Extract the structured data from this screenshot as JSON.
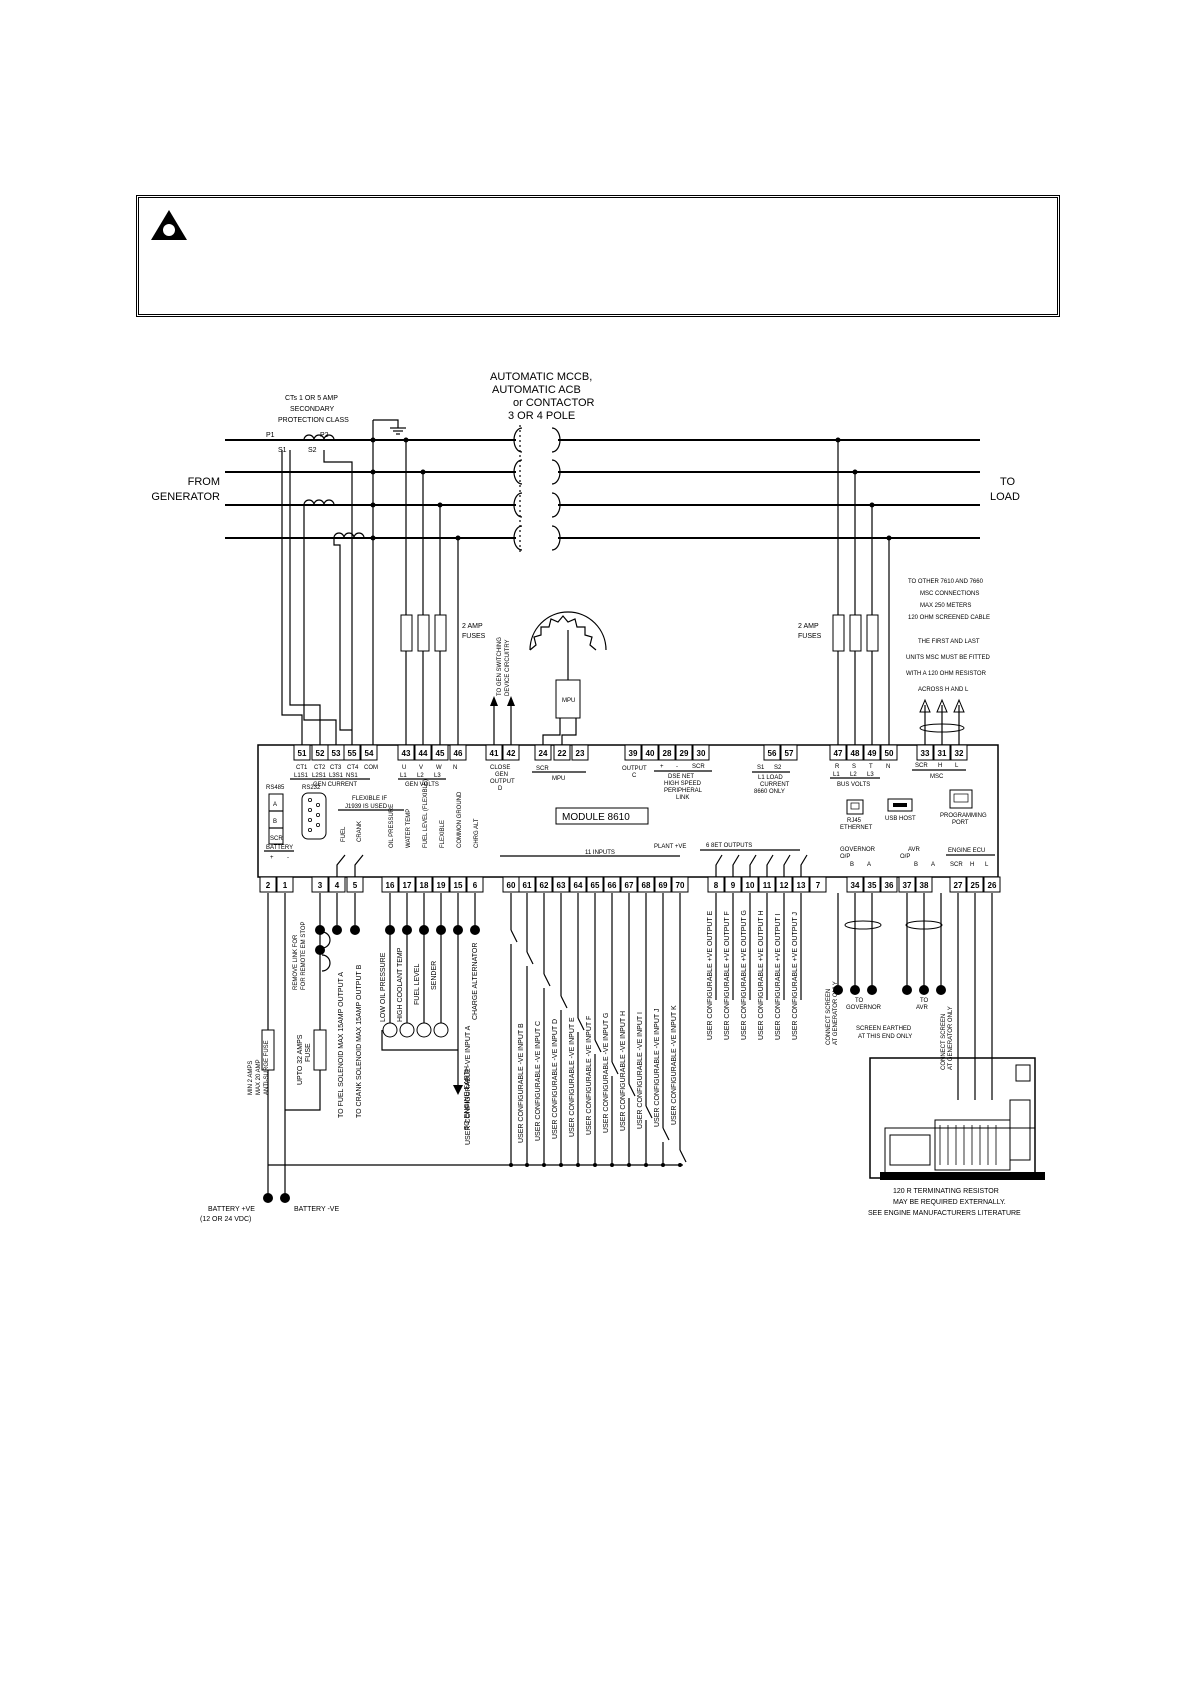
{
  "warning": {
    "icon": "warning-triangle-icon"
  },
  "top": {
    "ct_label": [
      "CTs 1 OR 5 AMP",
      "SECONDARY",
      "PROTECTION CLASS"
    ],
    "ct_pins": [
      "P1",
      "P2",
      "S1",
      "S2"
    ],
    "breaker_label": [
      "AUTOMATIC MCCB,",
      "AUTOMATIC ACB",
      "or CONTACTOR",
      "3 OR 4 POLE"
    ],
    "from_label": [
      "FROM",
      "GENERATOR"
    ],
    "to_label": [
      "TO",
      "LOAD"
    ],
    "fuses_left": [
      "2 AMP",
      "FUSES"
    ],
    "fuses_right": [
      "2 AMP",
      "FUSES"
    ],
    "switching": [
      "TO GEN SWITCHING",
      "DEVICE CIRCUITRY"
    ],
    "mpu": "MPU",
    "msc_note": [
      "TO OTHER 7610 AND 7660",
      "MSC CONNECTIONS",
      "MAX 250 METERS",
      "120 OHM SCREENED CABLE",
      "THE FIRST AND LAST",
      "UNITS MSC MUST BE FITTED",
      "WITH A 120 OHM RESISTOR",
      "ACROSS H AND L"
    ]
  },
  "module": {
    "name": "MODULE 8610",
    "top_terminals": [
      "51",
      "52",
      "53",
      "55",
      "54",
      "43",
      "44",
      "45",
      "46",
      "41",
      "42",
      "24",
      "22",
      "23",
      "39",
      "40",
      "28",
      "29",
      "30",
      "56",
      "57",
      "47",
      "48",
      "49",
      "50",
      "33",
      "31",
      "32"
    ],
    "gen_current_pins": [
      "CT1",
      "CT2",
      "CT3",
      "CT4",
      "COM"
    ],
    "gen_current_sub": [
      "L1S1",
      "L2S1",
      "L3S1",
      "NS1"
    ],
    "gen_current": "GEN CURRENT",
    "gen_volts_pins": [
      "U",
      "V",
      "W",
      "N"
    ],
    "gen_volts_sub": [
      "L1",
      "L2",
      "L3"
    ],
    "gen_volts": "GEN VOLTS",
    "close_gen": [
      "CLOSE",
      "GEN",
      "OUTPUT",
      "D"
    ],
    "mpu_pins": "SCR",
    "mpu_label": "MPU",
    "output_c": [
      "OUTPUT",
      "C"
    ],
    "dsenet": [
      "+",
      "-",
      "SCR",
      "DSE NET",
      "HIGH SPEED",
      "PERIPHERAL",
      "LINK"
    ],
    "l1_load": [
      "S1",
      "S2",
      "L1 LOAD",
      "CURRENT",
      "8660 ONLY"
    ],
    "bus_pins": [
      "R",
      "S",
      "T",
      "N"
    ],
    "bus_sub": [
      "L1",
      "L2",
      "L3"
    ],
    "bus_volts": "BUS VOLTS",
    "msc_pins": [
      "SCR",
      "H",
      "L"
    ],
    "msc": "MSC",
    "rs485": "RS485",
    "rs485_pins": [
      "A",
      "B",
      "SCR"
    ],
    "rs232": "RS232",
    "flexible": [
      "FLEXIBLE IF",
      "J1939 IS USED"
    ],
    "rj45": [
      "RJ45",
      "ETHERNET"
    ],
    "usb_host": "USB HOST",
    "prog_port": [
      "PROGRAMMING",
      "PORT"
    ],
    "battery": "BATTERY",
    "battery_pins": [
      "+",
      "-"
    ],
    "fuel_crank": [
      "FUEL",
      "CRANK"
    ],
    "sensors": [
      "OIL PRESSURE",
      "WATER TEMP",
      "FUEL LEVEL (FLEXIBLE)",
      "FLEXIBLE",
      "COMMON GROUND",
      "CHRG ALT"
    ],
    "plant_ve": "PLANT +VE",
    "inputs_11": "11 INPUTS",
    "outputs_6": "6 8ET OUTPUTS",
    "governor": [
      "GOVERNOR",
      "O/P"
    ],
    "avr": [
      "AVR",
      "O/P"
    ],
    "engine_ecu": "ENGINE ECU",
    "ecu_pins": [
      "SCR",
      "H",
      "L"
    ],
    "ba": [
      "B",
      "A"
    ],
    "bottom_terminals": [
      "2",
      "1",
      "3",
      "4",
      "5",
      "16",
      "17",
      "18",
      "19",
      "15",
      "6",
      "60",
      "61",
      "62",
      "63",
      "64",
      "65",
      "66",
      "67",
      "68",
      "69",
      "70",
      "8",
      "9",
      "10",
      "11",
      "12",
      "13",
      "7",
      "34",
      "35",
      "36",
      "37",
      "38",
      "27",
      "25",
      "26"
    ]
  },
  "bottom": {
    "remove_link": [
      "REMOVE LINK FOR",
      "FOR REMOTE EM STOP"
    ],
    "fuse_32": [
      "UPTO 32 AMPS",
      "FUSE"
    ],
    "fuse_2": [
      "MIN 2 AMPS",
      "MAX 20 AMP",
      "ANTI-SURGE FUSE"
    ],
    "fuel_sol": "TO FUEL SOLENOID MAX 15AMP OUTPUT A",
    "crank_sol": "TO CRANK SOLENOID MAX 15AMP OUTPUT B",
    "sensor_labels": [
      "LOW OIL PRESSURE",
      "HIGH COOLANT TEMP",
      "FUEL LEVEL",
      "SENDER",
      "CHARGE ALTERNATOR",
      "TO ENGINE EARTH"
    ],
    "inputs": [
      "USER CONFIGURABLE -VE INPUT A",
      "USER CONFIGURABLE -VE INPUT B",
      "USER CONFIGURABLE -VE INPUT C",
      "USER CONFIGURABLE -VE INPUT D",
      "USER CONFIGURABLE -VE INPUT E",
      "USER CONFIGURABLE -VE INPUT F",
      "USER CONFIGURABLE -VE INPUT G",
      "USER CONFIGURABLE -VE INPUT H",
      "USER CONFIGURABLE -VE INPUT I",
      "USER CONFIGURABLE -VE INPUT J",
      "USER CONFIGURABLE -VE INPUT K"
    ],
    "outputs": [
      "USER CONFIGURABLE +VE OUTPUT E",
      "USER CONFIGURABLE +VE OUTPUT F",
      "USER CONFIGURABLE +VE OUTPUT G",
      "USER CONFIGURABLE +VE OUTPUT H",
      "USER CONFIGURABLE +VE OUTPUT I",
      "USER CONFIGURABLE +VE OUTPUT J"
    ],
    "screen_gov": [
      "CONNECT SCREEN",
      "AT GENERATOR ONLY"
    ],
    "to_governor": [
      "TO",
      "GOVERNOR"
    ],
    "to_avr": [
      "TO",
      "AVR"
    ],
    "screen_earthed": [
      "SCREEN EARTHED",
      "AT THIS END ONLY"
    ],
    "screen_ecu": [
      "CONNECT SCREEN",
      "AT GENERATOR ONLY"
    ],
    "battery_pos": [
      "BATTERY +VE",
      "(12 OR 24 VDC)"
    ],
    "battery_neg": "BATTERY -VE",
    "terminator": [
      "120 R TERMINATING RESISTOR",
      "MAY BE REQUIRED EXTERNALLY.",
      "SEE ENGINE MANUFACTURERS LITERATURE"
    ]
  }
}
